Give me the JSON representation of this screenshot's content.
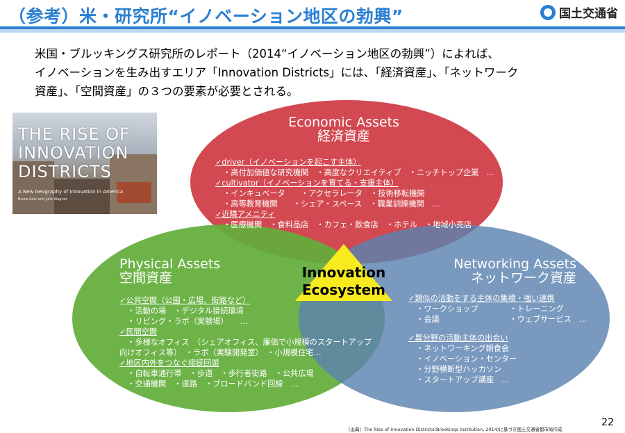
{
  "header": {
    "title": "（参考）米・研究所“イノベーション地区の勃興”",
    "logo_text": "国土交通省"
  },
  "intro": {
    "lines": [
      "米国・ブルッキングス研究所のレポート（2014“イノベーション地区の勃興”）によれば、",
      "イノベーションを生み出すエリア「Innovation Districts」には、「経済資産」、「ネットワーク",
      "資産」、「空間資産」の３つの要素が必要とされる。"
    ]
  },
  "photo": {
    "title_lines": [
      "THE RISE OF",
      "INNOVATION",
      "DISTRICTS"
    ],
    "subtitle": "A New Geography of Innovation in America",
    "byline": "Bruce Katz and Julie Wagner"
  },
  "colors": {
    "title_blue": "#2a7fd1",
    "economic_red": "#d2434b",
    "physical_green": "#62ad3a",
    "networking_blue": "#5b82b0",
    "triangle_yellow": "#f7ea1e"
  },
  "economic": {
    "en": "Economic  Assets",
    "ja": "経済資産",
    "items": [
      {
        "text": "✓driver（イノベーションを起こす主体）",
        "heading": true
      },
      {
        "text": "　・高付加価値な研究機関　・高度なクリエイティブ　・ニッチトップ企業　…",
        "heading": false
      },
      {
        "text": "✓cultivator（イノベーションを育てる・支援主体）",
        "heading": true
      },
      {
        "text": "　・インキュベータ　　・アクセラレータ　・技術移転機関",
        "heading": false
      },
      {
        "text": "　・高等教育機関　　・シェア・スペース　・職業訓練機関　…",
        "heading": false
      },
      {
        "text": "✓近隣アメニティ",
        "heading": true
      },
      {
        "text": "　・医療機関　・食料品店　・カフェ・飲食店　・ホテル　・地域小売店　…",
        "heading": false
      }
    ]
  },
  "physical": {
    "en": "Physical  Assets",
    "ja": "空間資産",
    "items": [
      {
        "text": "✓公共空間（公園・広場、街路など）",
        "heading": true
      },
      {
        "text": "　・活動の場　・デジタル接続環境",
        "heading": false
      },
      {
        "text": "　・リビング・ラボ（実験場）　　…",
        "heading": false
      },
      {
        "text": "✓民間空間",
        "heading": true
      },
      {
        "text": "　・多様なオフィス　（シェアオフィス、廉価で小規模のスタートアップ",
        "heading": false
      },
      {
        "text": "向けオフィス等）　・ラボ（実験開発室）　・小規模住宅…",
        "heading": false
      },
      {
        "text": "✓地区内外をつなぐ接続回遊",
        "heading": true
      },
      {
        "text": "　・自転車通行帯　・歩道　・歩行者街路　・公共広場",
        "heading": false
      },
      {
        "text": "　・交通機関　・道路　・ブロードバンド回線　…",
        "heading": false
      }
    ]
  },
  "networking": {
    "en": "Networking  Assets",
    "ja": "ネットワーク資産",
    "group1": [
      {
        "text": "✓類似の活動をする主体の集積・強い連携",
        "heading": true
      },
      {
        "text": "　・ワークショップ　　　　・トレーニング",
        "heading": false
      },
      {
        "text": "　・会議　　　　　　　　　・ウェブサービス　…",
        "heading": false
      }
    ],
    "group2": [
      {
        "text": "✓異分野の活動主体の出会い",
        "heading": true
      },
      {
        "text": "　・ネットワーキング朝食会",
        "heading": false
      },
      {
        "text": "　・イノベーション・センター",
        "heading": false
      },
      {
        "text": "　・分野横断型ハッカソン",
        "heading": false
      },
      {
        "text": "　・スタートアップ講座　…",
        "heading": false
      }
    ]
  },
  "center": {
    "line1": "Innovation",
    "line2": "Ecosystem"
  },
  "footer": {
    "source": "（出典）The Rise of Innovation Districts(Brookings Institution, 2014)に基づき国土交通省都市局作成",
    "page": "22"
  }
}
